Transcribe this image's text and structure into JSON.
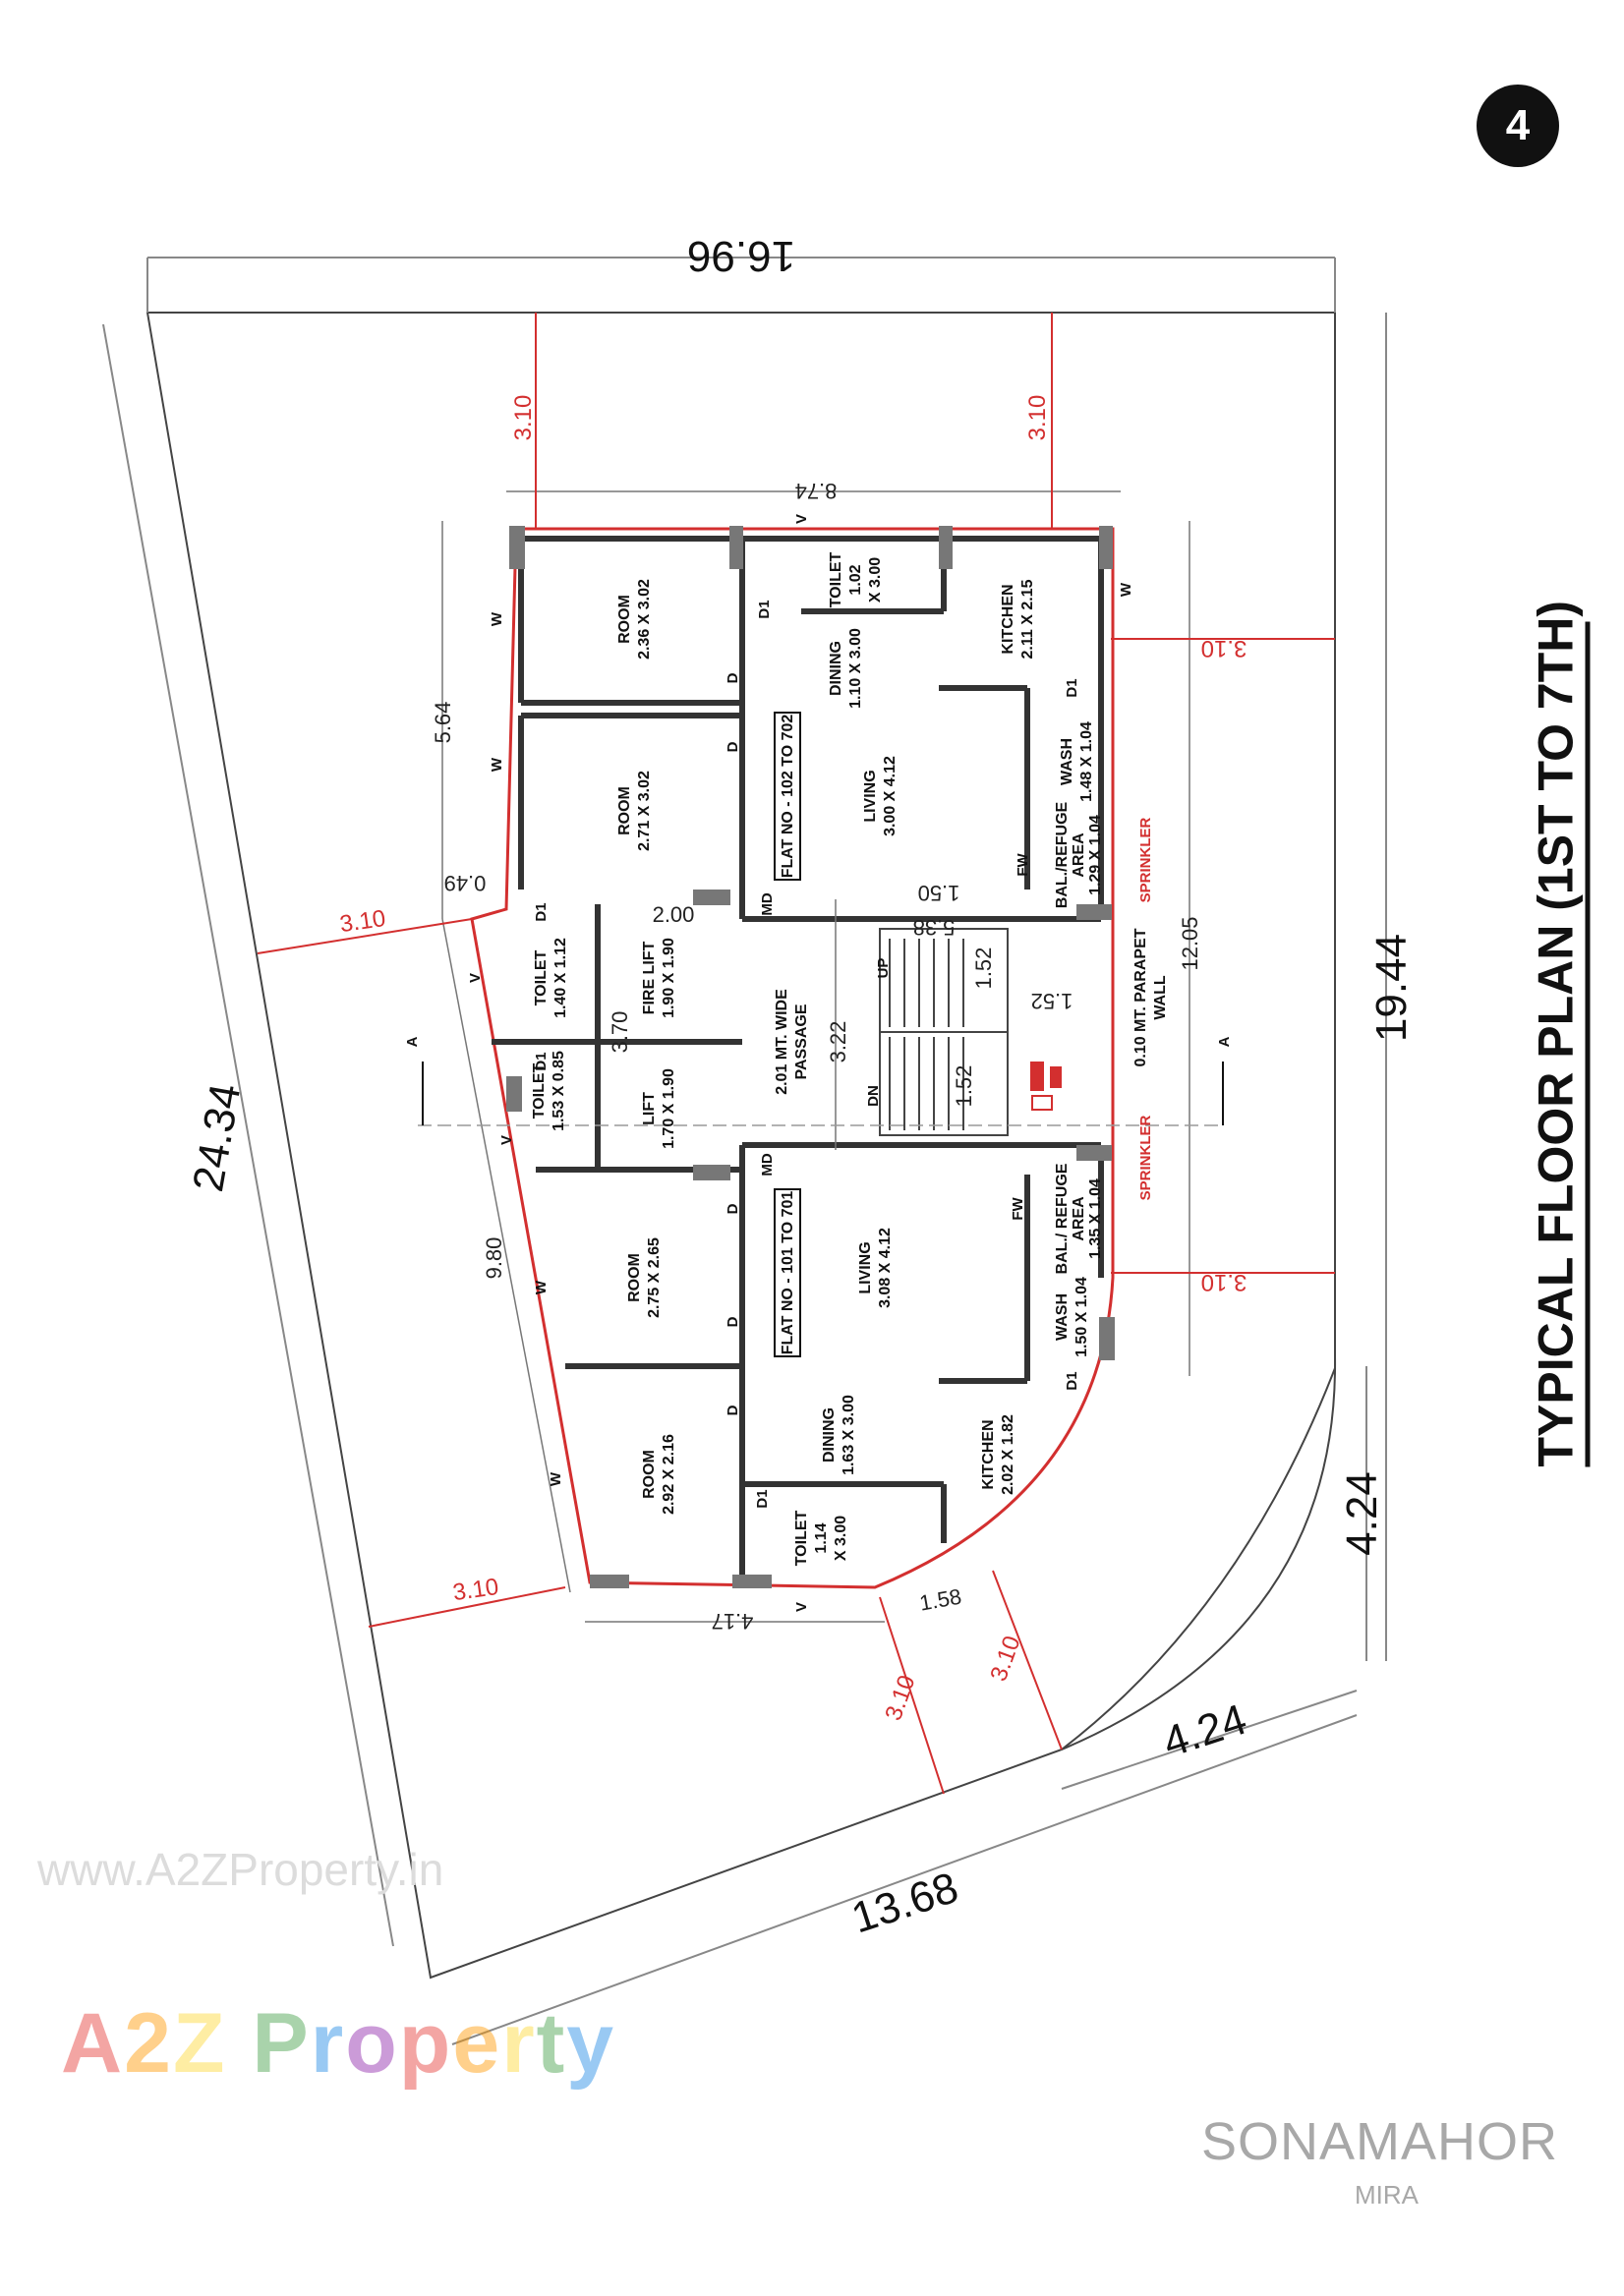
{
  "page_badge": "4",
  "title": "TYPICAL FLOOR PLAN (1ST TO 7TH)",
  "site_dimensions": {
    "top": "16.96",
    "right": "19.44",
    "left": "24.34",
    "bottom": "13.68",
    "bottom_right": "4.24",
    "right_lower": "4.24"
  },
  "building_dimensions": {
    "top_width": "8.74",
    "bottom_width": "4.17",
    "left_upper": "5.64",
    "left_lower": "9.80",
    "right_total": "12.05",
    "notch": "0.49",
    "corner_1": "1.58",
    "passage_w": "3.22",
    "stair_1": "1.52",
    "stair_2": "1.52",
    "stair_3": "1.52",
    "landing_1": "1.50",
    "landing_2": "5.38",
    "lobby_1": "2.00",
    "lobby_2": "3.70"
  },
  "setbacks": {
    "top_left": "3.10",
    "top_right": "3.10",
    "right_upper": "3.10",
    "right_lower": "3.10",
    "left_upper": "3.10",
    "left_lower": "3.10",
    "bottom_1": "3.10",
    "bottom_2": "3.10"
  },
  "rooms": {
    "room1_name": "ROOM",
    "room1_size": "2.36 X 3.02",
    "room2_name": "ROOM",
    "room2_size": "2.71 X 3.02",
    "toilet1_name": "TOILET",
    "toilet1_size": "1.02",
    "toilet1_size2": "X 3.00",
    "dining1_name": "DINING",
    "dining1_size": "1.10 X 3.00",
    "kitchen1_name": "KITCHEN",
    "kitchen1_size": "2.11 X 2.15",
    "living1_name": "LIVING",
    "living1_size": "3.00 X 4.12",
    "wash1_name": "WASH",
    "wash1_size": "1.48 X 1.04",
    "bal1_name": "BAL./REFUGE",
    "bal1_name2": "AREA",
    "bal1_size": "1.29 X 1.04",
    "flat1_label": "FLAT NO - 102 TO 702",
    "toilet2_name": "TOILET",
    "toilet2_size": "1.40 X 1.12",
    "firelift_name": "FIRE LIFT",
    "firelift_size": "1.90 X 1.90",
    "toilet3_name": "TOILET",
    "toilet3_size": "1.53 X 0.85",
    "lift_name": "LIFT",
    "lift_size": "1.70 X 1.90",
    "passage_name": "2.01 MT. WIDE",
    "passage_name2": "PASSAGE",
    "parapet_name": "0.10 MT. PARAPET",
    "parapet_name2": "WALL",
    "room3_name": "ROOM",
    "room3_size": "2.75 X 2.65",
    "living2_name": "LIVING",
    "living2_size": "3.08 X 4.12",
    "flat2_label": "FLAT NO - 101 TO 701",
    "bal2_name": "BAL./ REFUGE",
    "bal2_name2": "AREA",
    "bal2_size": "1.35 X 1.04",
    "wash2_name": "WASH",
    "wash2_size": "1.50 X 1.04",
    "room4_name": "ROOM",
    "room4_size": "2.92 X 2.16",
    "dining2_name": "DINING",
    "dining2_size": "1.63 X 3.00",
    "kitchen2_name": "KITCHEN",
    "kitchen2_size": "2.02 X 1.82",
    "toilet4_name": "TOILET",
    "toilet4_size": "1.14",
    "toilet4_size2": "X 3.00"
  },
  "markers": {
    "w": "W",
    "d": "D",
    "d1": "D1",
    "v": "V",
    "md": "MD",
    "fw": "FW",
    "up": "UP",
    "dn": "DN",
    "sprinkler": "SPRINKLER",
    "section": "A"
  },
  "watermark_url": "www.A2ZProperty.in",
  "brand_letters": [
    "A",
    "2",
    "Z",
    " ",
    "P",
    "r",
    "o",
    "p",
    "e",
    "r",
    "t",
    "y"
  ],
  "brand_colors": [
    "#e53935",
    "#ff9800",
    "#fdd835",
    "#ffffff",
    "#43a047",
    "#1e88e5",
    "#8e24aa",
    "#e53935",
    "#ff9800",
    "#fdd835",
    "#43a047",
    "#1e88e5"
  ],
  "project_name": "SONAMAHOR",
  "project_sub": "MIRA",
  "colors": {
    "wall": "#333333",
    "red": "#d32f2f",
    "dim": "#666666",
    "column": "#777777"
  }
}
